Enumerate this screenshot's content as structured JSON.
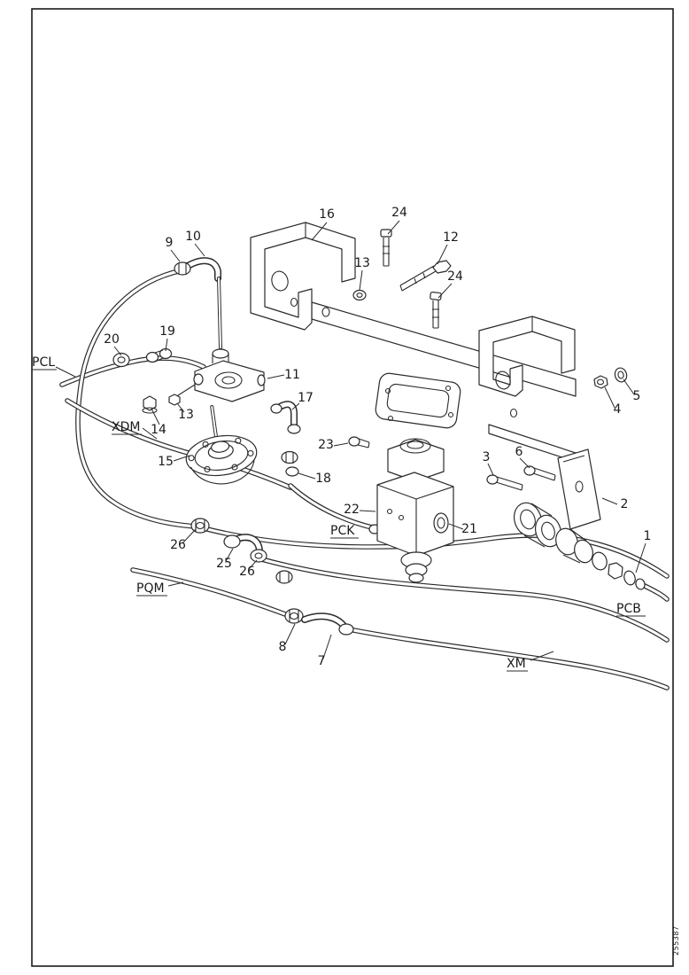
{
  "figure": {
    "doc_number": "255387"
  },
  "callouts": {
    "n1": "1",
    "n2": "2",
    "n3": "3",
    "n4": "4",
    "n5": "5",
    "n6": "6",
    "n7": "7",
    "n8": "8",
    "n9": "9",
    "n10": "10",
    "n11": "11",
    "n12": "12",
    "n13a": "13",
    "n13b": "13",
    "n14": "14",
    "n15": "15",
    "n16": "16",
    "n17": "17",
    "n18": "18",
    "n19": "19",
    "n20": "20",
    "n21": "21",
    "n22": "22",
    "n23": "23",
    "n24a": "24",
    "n24b": "24",
    "n25": "25",
    "n26a": "26",
    "n26b": "26"
  },
  "ref_labels": {
    "pcl": "PCL",
    "xdm": "XDM",
    "pqm": "PQM",
    "pck": "PCK",
    "pcb": "PCB",
    "xm": "XM"
  }
}
